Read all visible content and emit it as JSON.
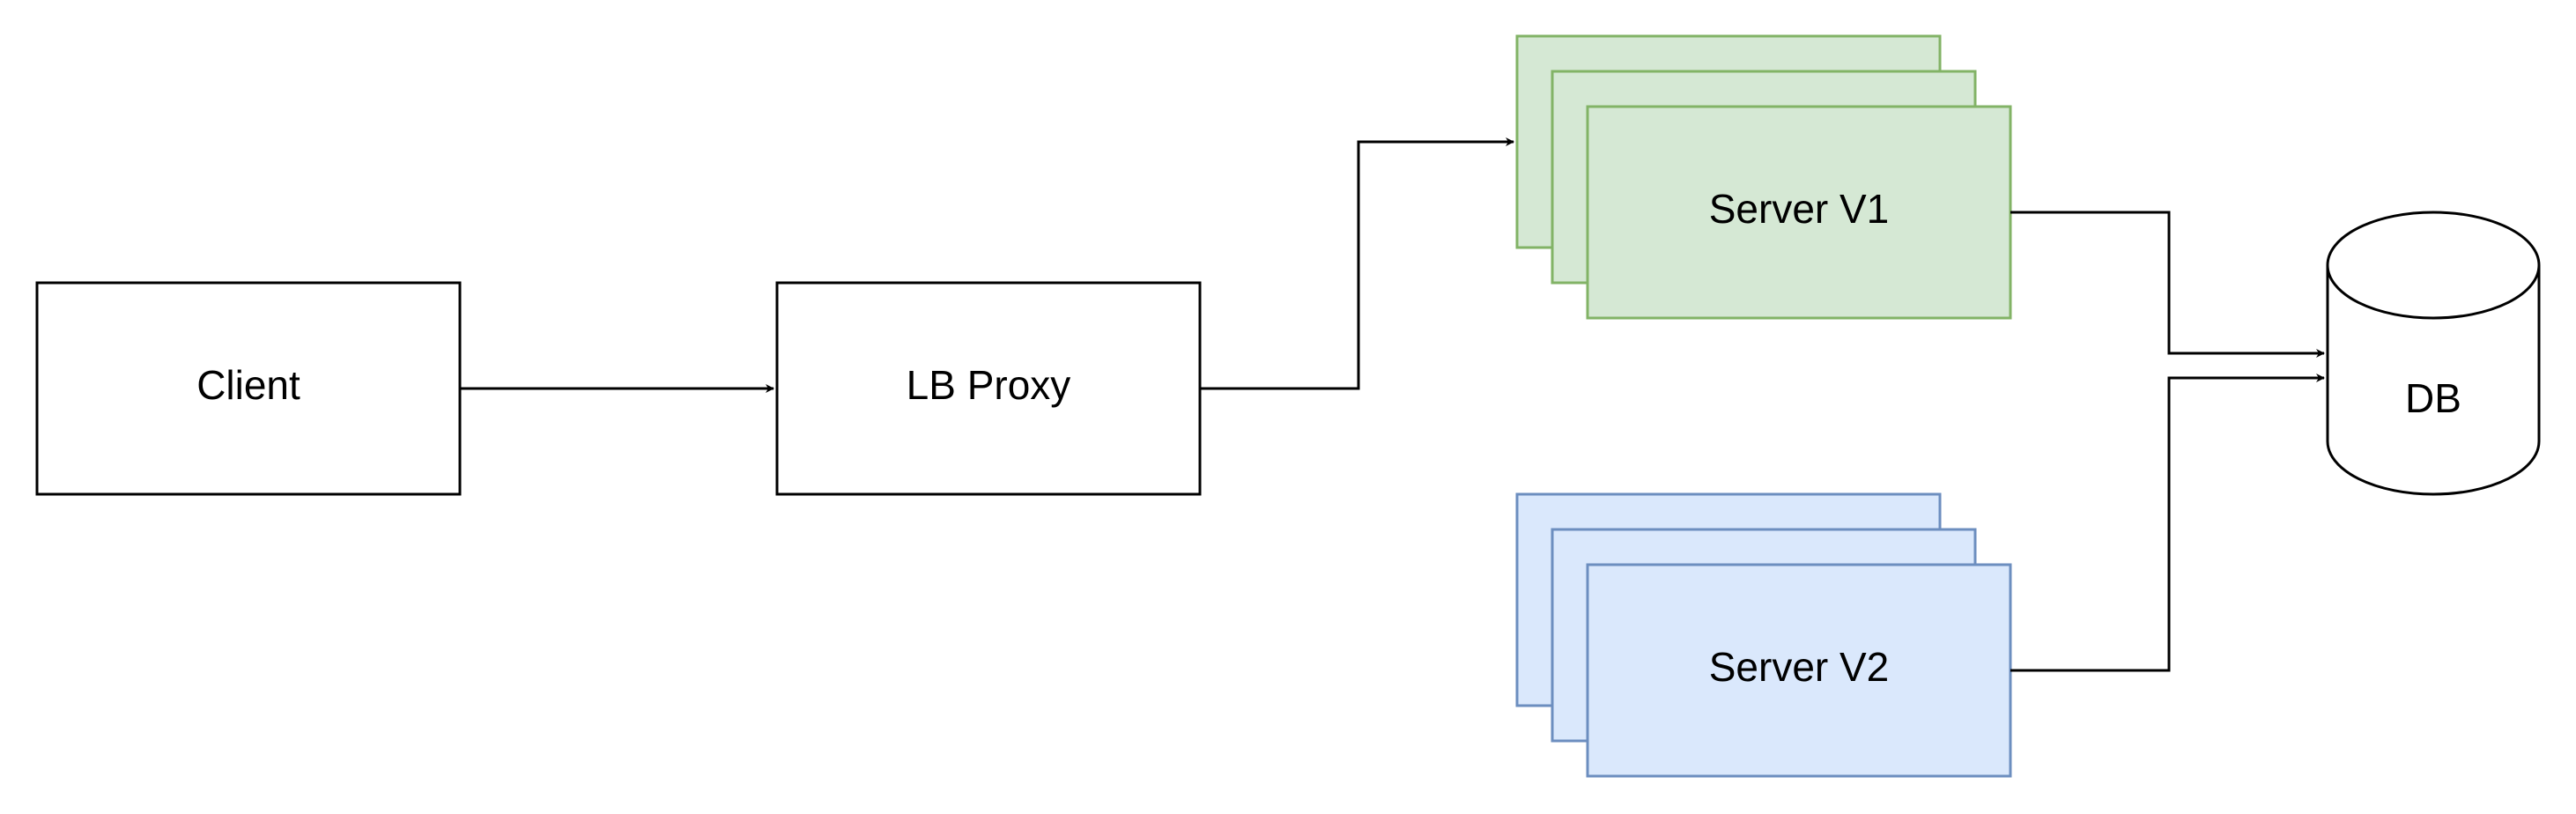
{
  "nodes": {
    "client": {
      "label": "Client"
    },
    "lb_proxy": {
      "label": "LB Proxy"
    },
    "server_v1": {
      "label": "Server V1"
    },
    "server_v2": {
      "label": "Server V2"
    },
    "db": {
      "label": "DB"
    }
  },
  "colors": {
    "stroke": "#000000",
    "green_fill": "#d5e8d4",
    "green_stroke": "#82b366",
    "blue_fill": "#dae8fc",
    "blue_stroke": "#6c8ebf"
  }
}
